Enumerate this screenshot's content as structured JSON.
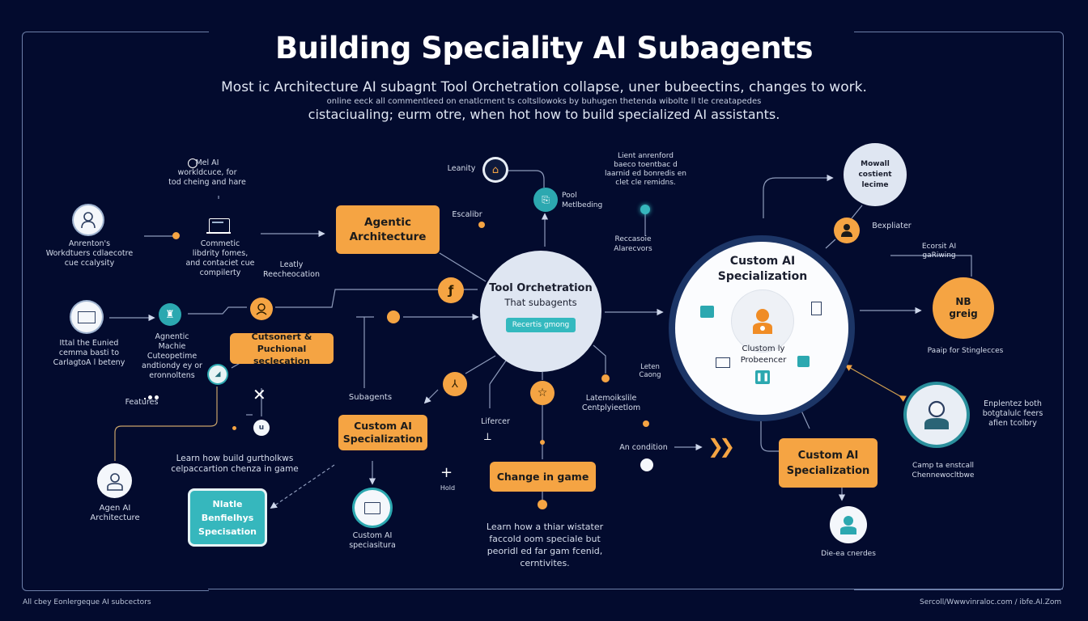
{
  "header": {
    "title": "Building Speciality AI Subagents",
    "subtitle_line1": "Most ic Architecture AI subagnt Tool Orchetration collapse, uner bubeectins, changes to work.",
    "subtitle_line2": "online eeck all commentleed on enatlcment ts coltsllowoks by buhugen thetenda wibolte ll tle creatapedes",
    "subtitle_line3": "cistaciualing; eurm otre, when hot how to build specialized AI assistants."
  },
  "colors": {
    "background": "#030b2e",
    "accent_orange": "#f5a443",
    "accent_teal": "#36b7bd",
    "node_white": "#f4f7fb",
    "frame": "#6d7fa8"
  },
  "left_column": {
    "top_note": "Mel AI\nworkldcuce, for\ntod cheing and hare",
    "person_node_label": "Anrenton's\nWorkdtuers cdlaecotre\ncue ccalysity",
    "laptop_label": "Commetic\nlibdrity fomes,\nand contaciet cue\ncompilerty",
    "leadly_label": "Leatly\nReecheocation",
    "screen_node_label": "Ittal the Eunied\ncemma basti to\nCarlagtoA l beteny",
    "agentic_small_label": "Agnentic\nMachie Cuteopetime\nandtiondy ey or\neronnoltens",
    "features_label": "Features",
    "agent_node_label": "Agen AI\nArchitecture",
    "learn_text": "Learn how build gurtholkws\ncelpaccartion chenza in game",
    "teal_box": "Nlatle\nBenfielhys\nSpecisation"
  },
  "center_column": {
    "agentic_box": "Agentic\nArchitecture",
    "component_box": "Cutsonert &\nPuchional seclecation",
    "custom_box": "Custom AI\nSpecialization",
    "custom_node_label": "Custom AI\nspeciasitura",
    "subagents_label": "Subagents",
    "leanity_label": "Leanity",
    "escalibr_label": "Escalibr",
    "pool_label": "Pool\nMetlbeding",
    "top_right_note": "Lient anrenford\nbaeco toentbac d\nlaarnid ed bonredis en\nclet cle remidns.",
    "recessive_label": "Reccasoie\nAlarecvors",
    "lifecycle_label": "Lifercer",
    "hold_label": "Hold",
    "hub_title": "Tool Orchetration",
    "hub_subtitle": "That subagents",
    "hub_pill": "Recertis gmong",
    "change_box": "Change in game",
    "change_text": "Learn how a thiar wistater\nfaccold oom speciale but\npeoridl ed far gam fcenid,\ncerntivites.",
    "leta_label": "Leten\nCaong",
    "lateral_label": "Latemoikslile\nCentplyieetlom",
    "condition_label": "An condition"
  },
  "right_column": {
    "big_title": "Custom AI\nSpecialization",
    "big_inner_label": "Clustom ly\nProbeencer",
    "mowall_node": "Mowall\ncostient\nlecime",
    "bexpliater_label": "Bexpliater",
    "ecorsit_label": "Ecorsit AI\ngaRiwing",
    "nb_node": "NB\ngreig",
    "nb_label": "Paaip for Stinglecces",
    "profile_side_text": "Enplentez both\nbotgtalulc feers\nafien tcolbry",
    "profile_below_text": "Camp ta enstcall\nChennewocltbwe",
    "custom_box": "Custom AI\nSpecialization",
    "bottom_node_label": "Die-ea cnerdes"
  },
  "footer": {
    "left": "All cbey Eonlergeque AI subcectors",
    "right": "Sercoll/Wwwvinraloc.com / ibfe.Al.Zom"
  }
}
